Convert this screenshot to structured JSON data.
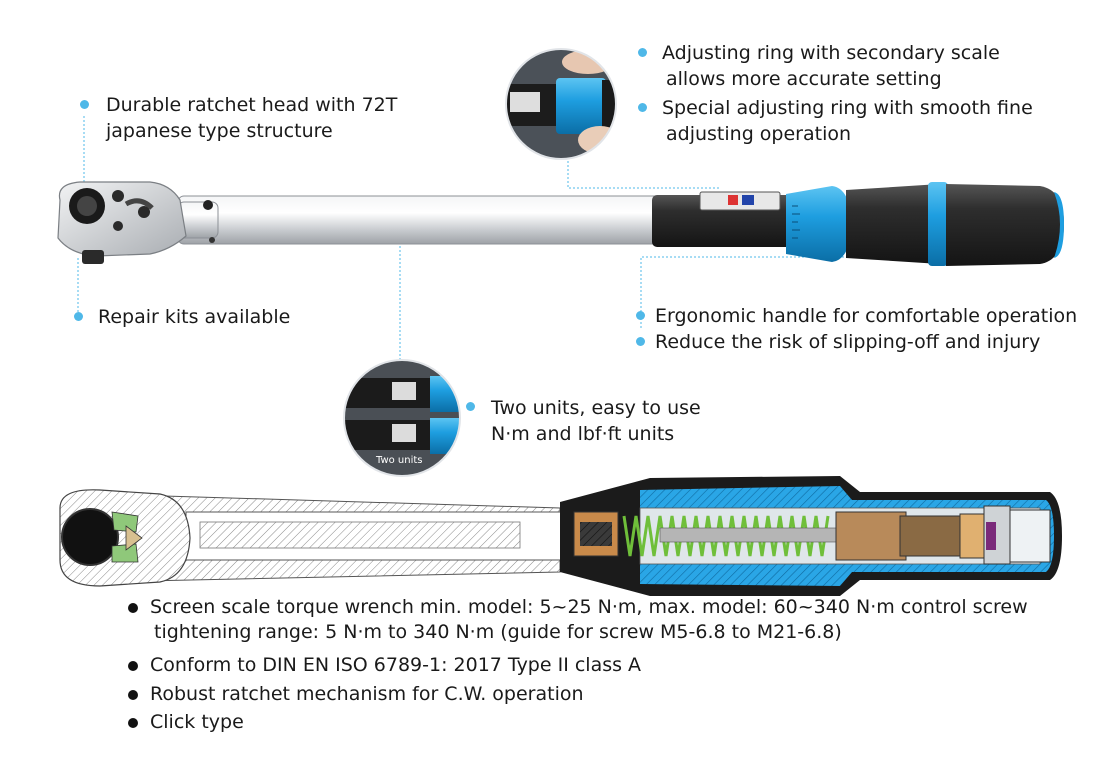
{
  "callouts": {
    "ratchet_head": [
      "Durable ratchet head with 72T",
      "japanese type structure"
    ],
    "repair_kits": "Repair kits available",
    "adjusting_ring": [
      "Adjusting ring with secondary scale",
      "allows more accurate setting"
    ],
    "special_ring": [
      "Special adjusting ring with smooth fine",
      "adjusting operation"
    ],
    "ergonomic": "Ergonomic handle for comfortable operation",
    "slip": "Reduce the risk of slipping-off and injury",
    "two_units": [
      "Two units, easy to use",
      "N·m and lbf·ft units"
    ],
    "inset_label": "Two units"
  },
  "features": [
    [
      "Screen scale torque wrench min. model: 5~25 N·m, max. model: 60~340 N·m control screw",
      "tightening range: 5 N·m to 340 N·m (guide for screw M5-6.8 to M21-6.8)"
    ],
    [
      "Conform to DIN EN ISO 6789-1: 2017 Type II class A"
    ],
    [
      "Robust ratchet mechanism for C.W. operation"
    ],
    [
      "Click type"
    ]
  ],
  "colors": {
    "accent": "#1e9ee0",
    "dot": "#4fb8e8",
    "handle": "#2b2b2b",
    "shaft": "#d8dadd"
  }
}
